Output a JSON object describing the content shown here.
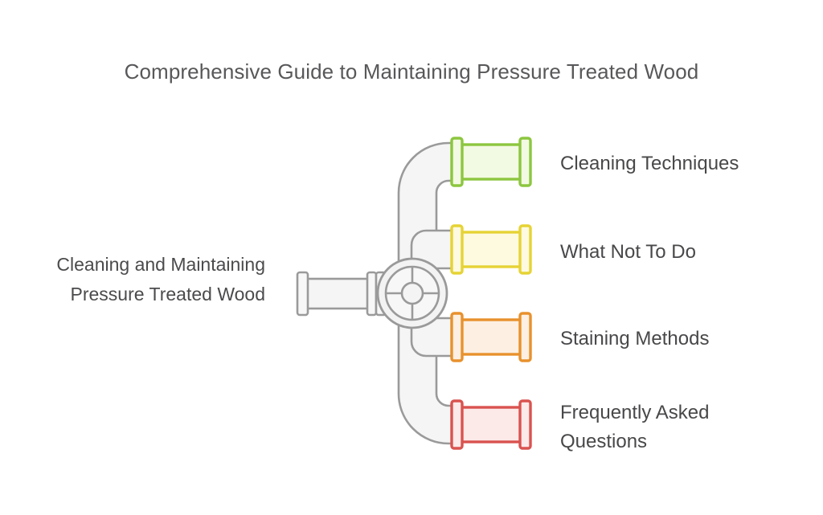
{
  "title": "Comprehensive Guide to Maintaining Pressure Treated Wood",
  "root": {
    "label": "Cleaning and\nMaintaining Pressure\nTreated Wood"
  },
  "branches": [
    {
      "label": "Cleaning Techniques",
      "color": "#8CC63F",
      "fill": "#F3FAE3",
      "icon": "pipe-segment-icon"
    },
    {
      "label": "What Not To Do",
      "color": "#E6D335",
      "fill": "#FDFAE0",
      "icon": "pipe-segment-icon"
    },
    {
      "label": "Staining Methods",
      "color": "#E8912D",
      "fill": "#FDF0E2",
      "icon": "pipe-segment-icon"
    },
    {
      "label": "Frequently Asked\nQuestions",
      "color": "#D9534F",
      "fill": "#FCEAE9",
      "icon": "pipe-segment-icon"
    }
  ],
  "graphic": {
    "valve_icon": "valve-handwheel-icon",
    "trunk_icon": "trunk-pipe-icon",
    "inlet_icon": "inlet-pipe-icon",
    "stroke_color": "#9a9a9a",
    "body_fill": "#f4f4f4",
    "background": "#ffffff"
  }
}
